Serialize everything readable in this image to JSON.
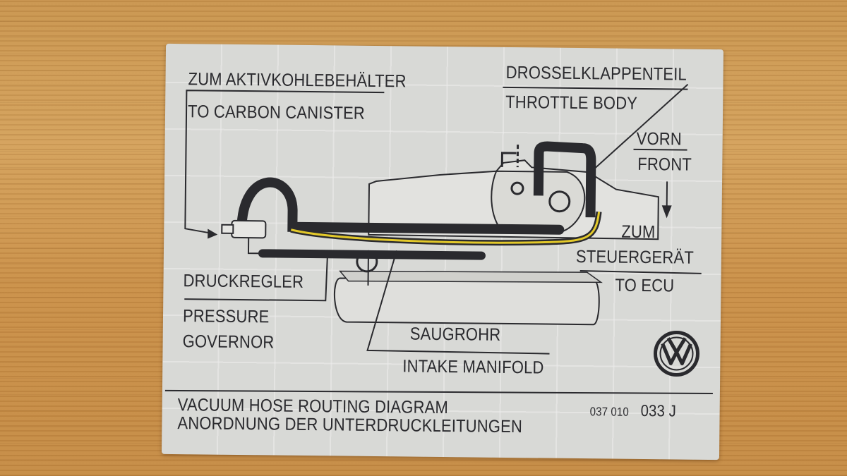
{
  "labels": {
    "carbon_de": "ZUM AKTIVKOHLEBEHÄLTER",
    "carbon_en": "TO CARBON CANISTER",
    "throttle_de": "DROSSELKLAPPENTEIL",
    "throttle_en": "THROTTLE BODY",
    "front_de": "VORN",
    "front_en": "FRONT",
    "ecu_de_1": "ZUM",
    "ecu_de_2": "STEUERGERÄT",
    "ecu_en": "TO ECU",
    "regulator_de": "DRUCKREGLER",
    "regulator_en_1": "PRESSURE",
    "regulator_en_2": "GOVERNOR",
    "manifold_de": "SAUGROHR",
    "manifold_en": "INTAKE MANIFOLD",
    "footer_en": "VACUUM HOSE ROUTING DIAGRAM",
    "footer_de": "ANORDNUNG DER UNTERDRUCKLEITUNGEN",
    "part_prefix": "037 010",
    "part_suffix": "033 J"
  },
  "colors": {
    "wood": "#c98f48",
    "label": "#d8d9d6",
    "ink": "#2a2a2e",
    "yellow_hose": "#e3c92a"
  },
  "logo": {
    "icon": "vw-logo-icon"
  }
}
